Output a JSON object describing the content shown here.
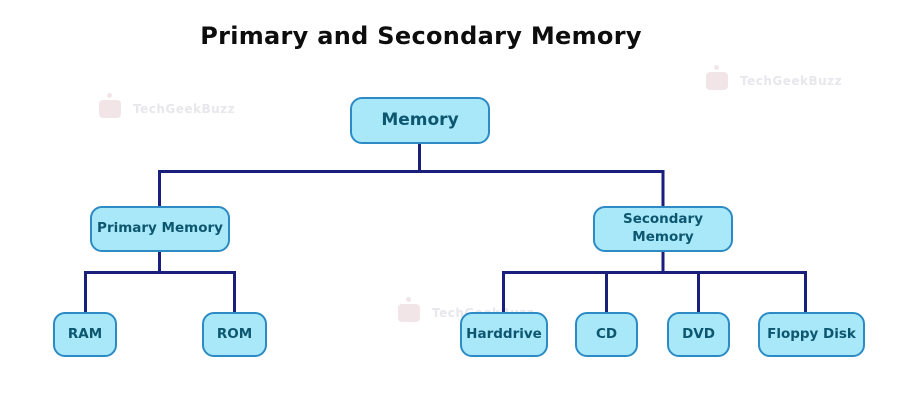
{
  "title": "Primary and Secondary Memory",
  "watermark": {
    "text": "TechGeekBuzz"
  },
  "colors": {
    "node_fill": "#a8e8f8",
    "node_border": "#2c8bc4",
    "node_text": "#0d566f",
    "connector": "#1a1f7c",
    "title_text": "#0d0d0d",
    "watermark": "#e7e7ec"
  },
  "diagram": {
    "type": "tree",
    "root": {
      "label": "Memory"
    },
    "level1": [
      {
        "label": "Primary Memory"
      },
      {
        "label": "Secondary Memory"
      }
    ],
    "primary_children": [
      {
        "label": "RAM"
      },
      {
        "label": "ROM"
      }
    ],
    "secondary_children": [
      {
        "label": "Harddrive"
      },
      {
        "label": "CD"
      },
      {
        "label": "DVD"
      },
      {
        "label": "Floppy Disk"
      }
    ]
  }
}
